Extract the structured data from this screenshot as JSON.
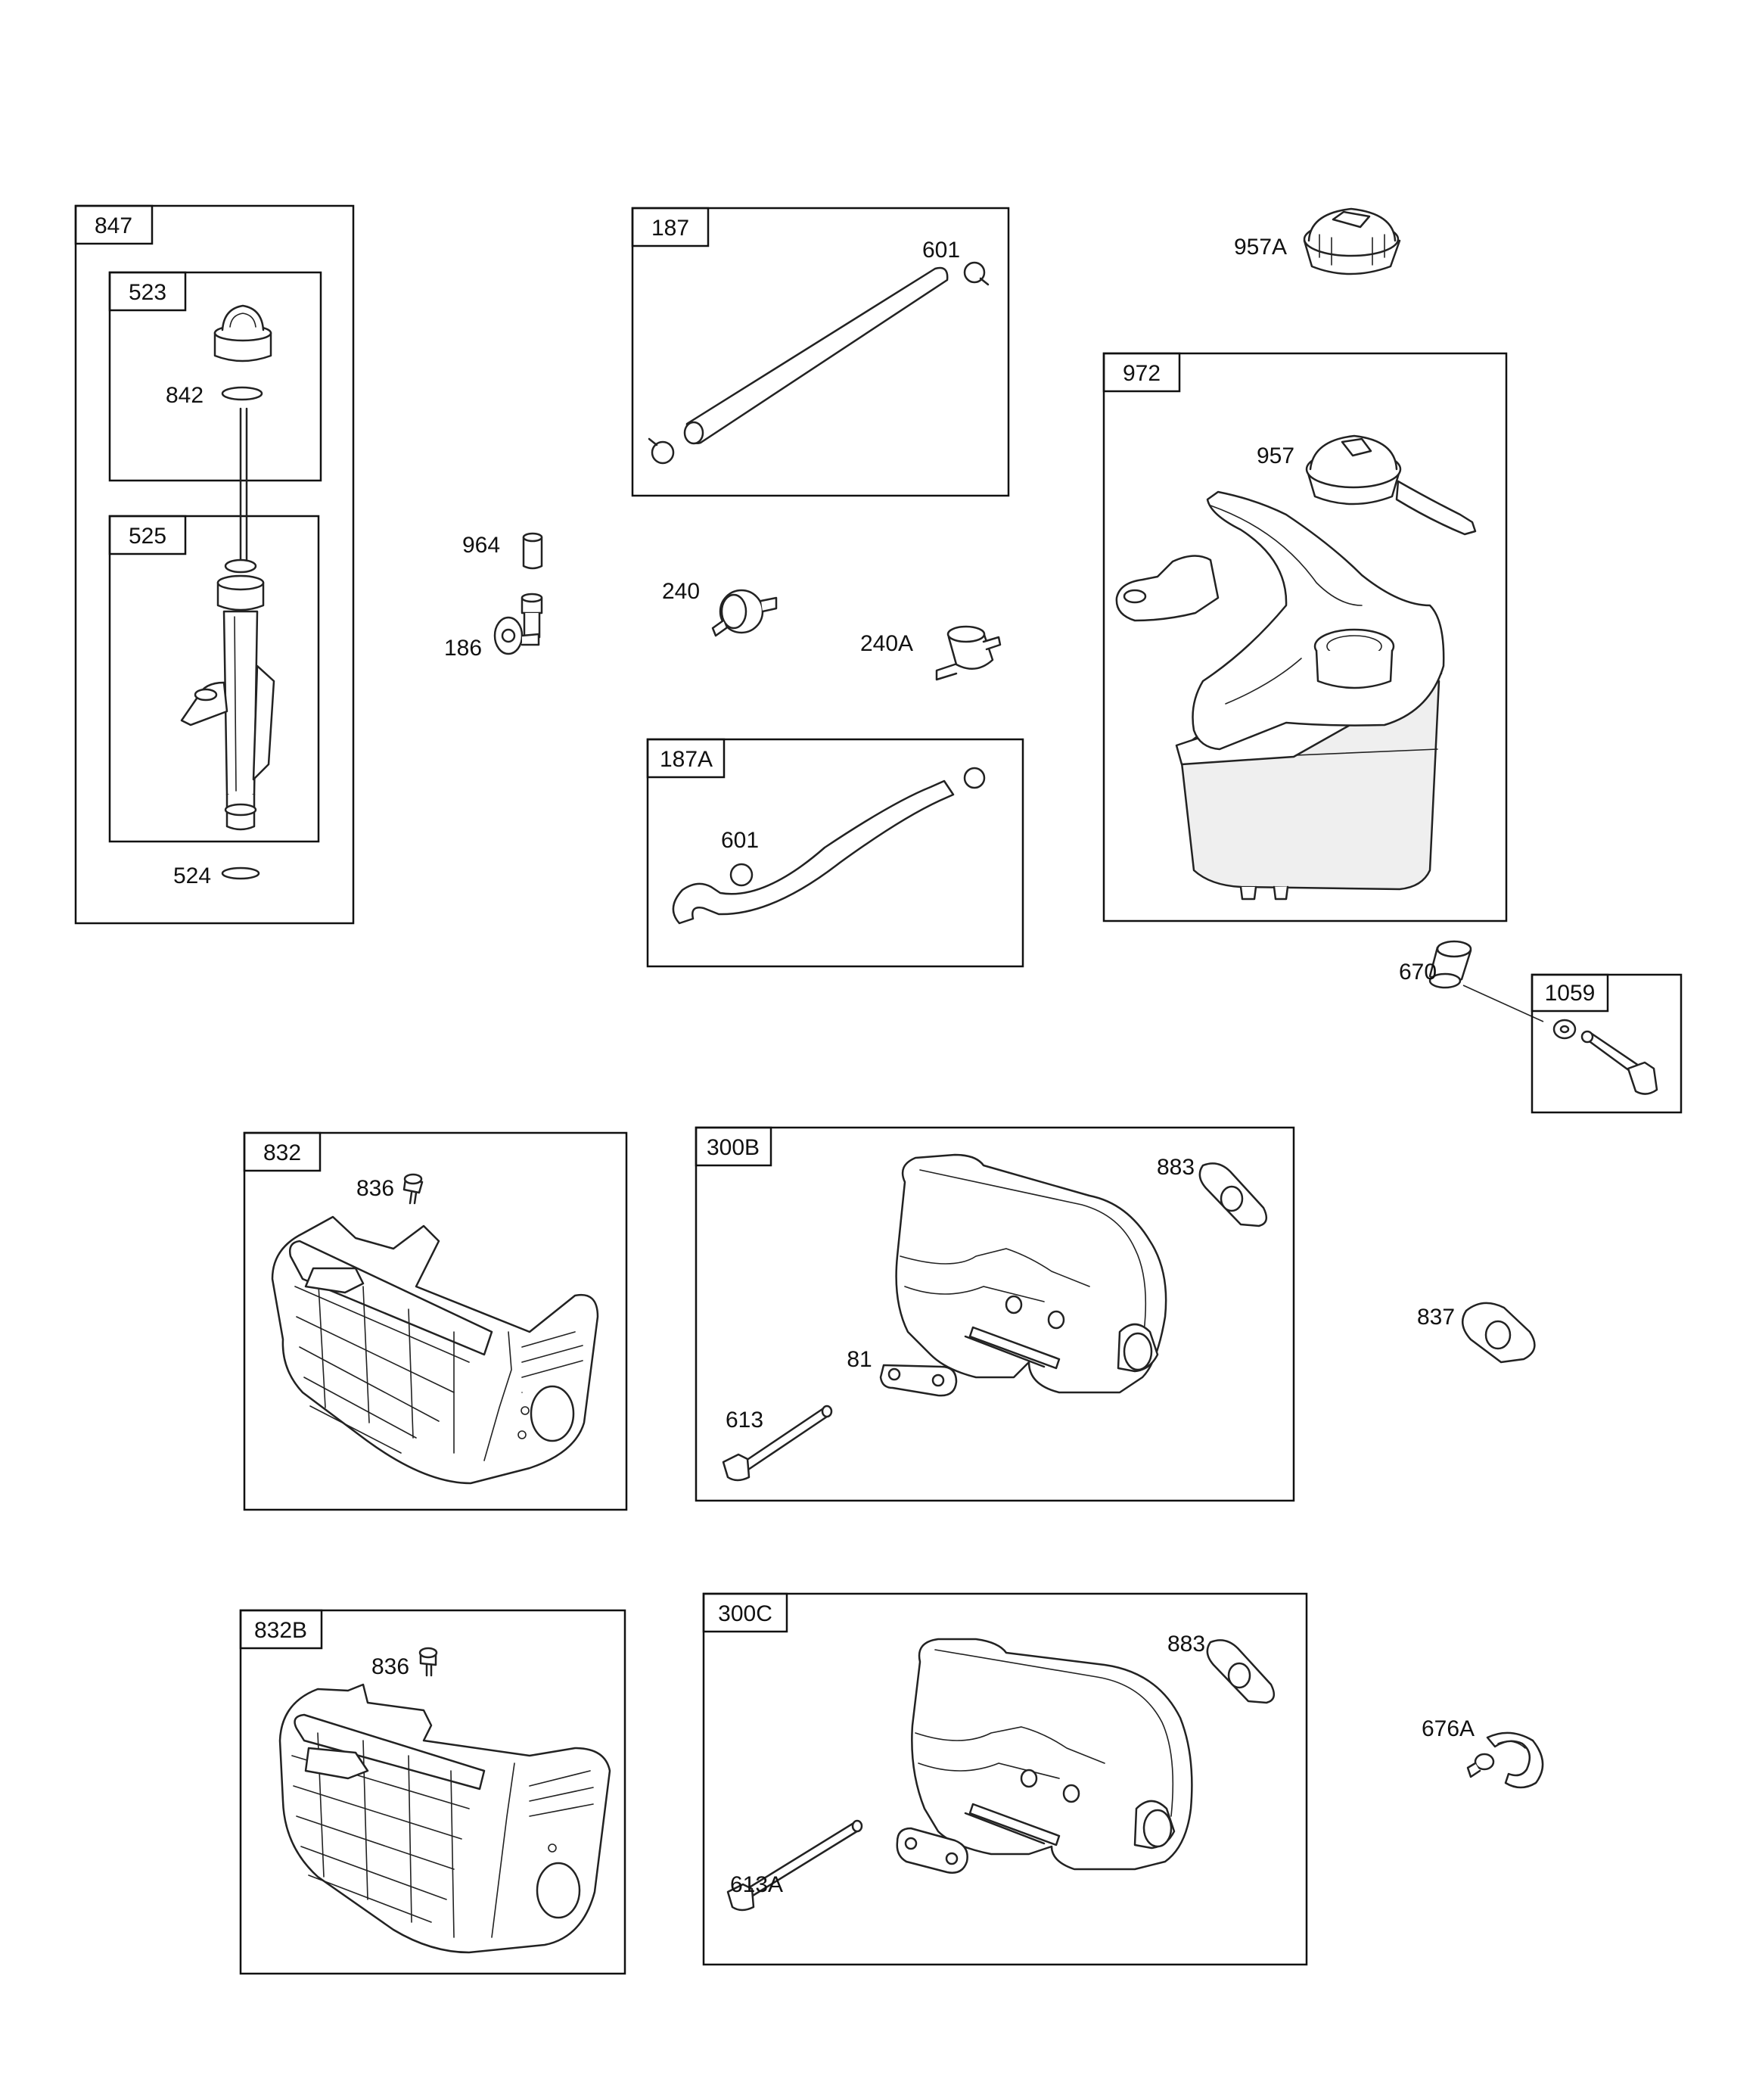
{
  "boxes": {
    "b847": "847",
    "b523": "523",
    "b525": "525",
    "b187": "187",
    "b187a": "187A",
    "b972": "972",
    "b1059": "1059",
    "b832": "832",
    "b300b": "300B",
    "b832b": "832B",
    "b300c": "300C"
  },
  "callouts": {
    "c842": "842",
    "c524": "524",
    "c964": "964",
    "c186": "186",
    "c601a": "601",
    "c601b": "601",
    "c240": "240",
    "c240a": "240A",
    "c957a": "957A",
    "c957": "957",
    "c670": "670",
    "c836a": "836",
    "c883a": "883",
    "c837": "837",
    "c81": "81",
    "c613": "613",
    "c836b": "836",
    "c883b": "883",
    "c676a": "676A",
    "c613a": "613A"
  }
}
